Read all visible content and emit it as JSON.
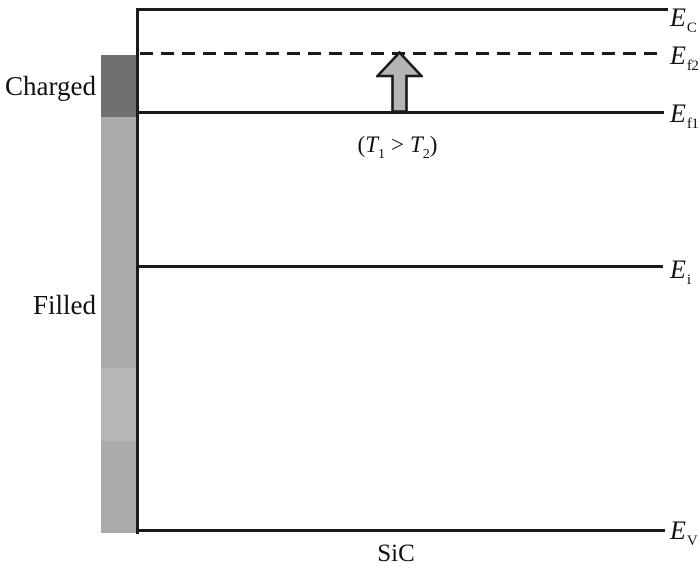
{
  "figure": {
    "material_label": "SiC",
    "region_labels": {
      "charged": "Charged",
      "filled": "Filled"
    },
    "energy_levels": [
      {
        "symbol": "E",
        "subscript": "C",
        "line_style": "solid"
      },
      {
        "symbol": "E",
        "subscript": "f2",
        "line_style": "dashed"
      },
      {
        "symbol": "E",
        "subscript": "f1",
        "line_style": "solid"
      },
      {
        "symbol": "E",
        "subscript": "i",
        "line_style": "solid"
      },
      {
        "symbol": "E",
        "subscript": "V",
        "line_style": "solid"
      }
    ],
    "annotation": {
      "open_paren": "(",
      "t1_symbol": "T",
      "t1_subscript": "1",
      "comparator": ">",
      "t2_symbol": "T",
      "t2_subscript": "2",
      "close_paren": ")"
    },
    "arrow_icon": "up-block-arrow",
    "colors": {
      "line": "#1b1b1b",
      "charged_segment": "#6f6f6f",
      "filled_segment": "#ababab",
      "filled_segment_light": "#b6b6b6",
      "arrow_fill": "#b5b5b5"
    }
  }
}
